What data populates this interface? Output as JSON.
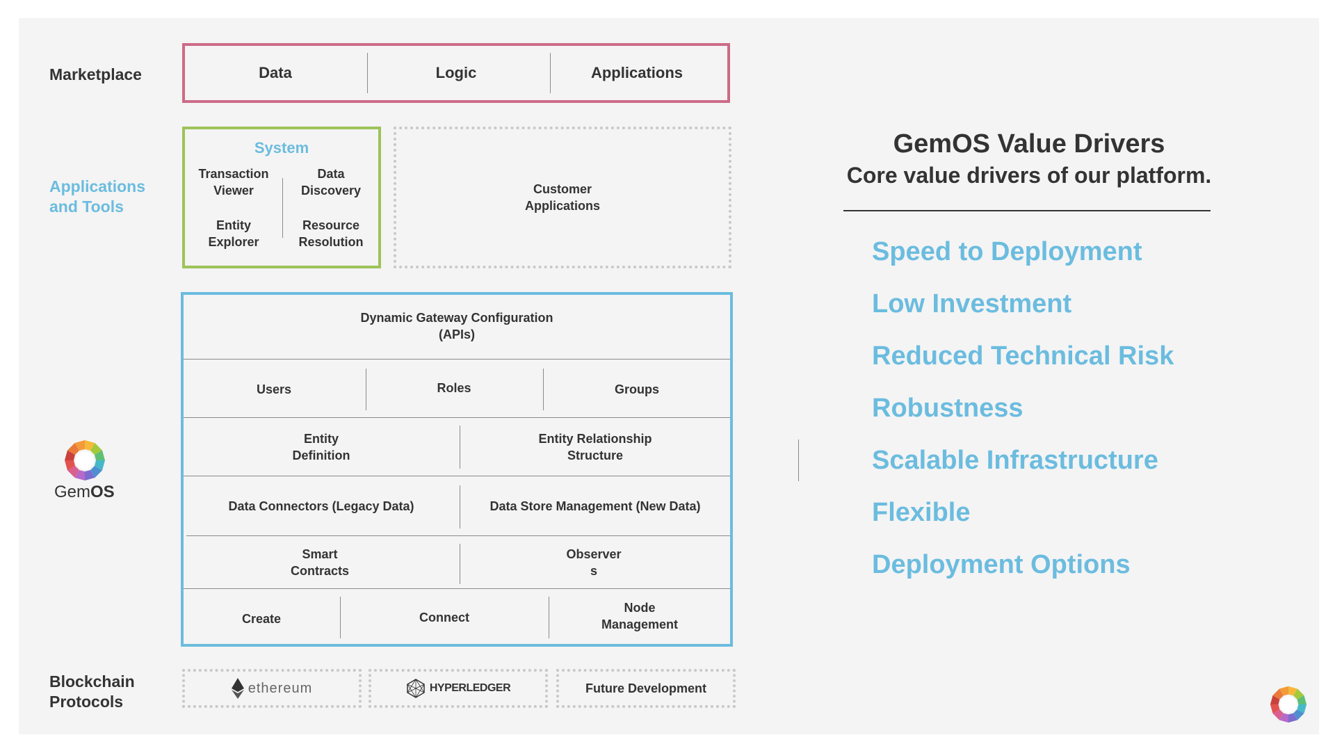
{
  "labels": {
    "marketplace": "Marketplace",
    "apps_tools": "Applications\nand Tools",
    "blockchain": "Blockchain\nProtocols",
    "gemos_logo_text_gem": "Gem",
    "gemos_logo_text_os": "OS"
  },
  "marketplace": {
    "cells": [
      "Data",
      "Logic",
      "Applications"
    ]
  },
  "system": {
    "title": "System",
    "items": [
      "Transaction\nViewer",
      "Data\nDiscovery",
      "Entity\nExplorer",
      "Resource\nResolution"
    ]
  },
  "customer": {
    "label": "Customer\nApplications"
  },
  "stack": {
    "gateway": "Dynamic Gateway Configuration\n(APIs)",
    "users": "Users",
    "roles": "Roles",
    "groups": "Groups",
    "entity_def": "Entity\nDefinition",
    "entity_rel": "Entity Relationship\nStructure",
    "connectors": "Data Connectors (Legacy Data)",
    "store": "Data Store Management (New Data)",
    "contracts": "Smart\nContracts",
    "observers": "Observer\ns",
    "create": "Create",
    "connect": "Connect",
    "node": "Node\nManagement"
  },
  "protocols": {
    "ethereum": "ethereum",
    "hyperledger": "HYPERLEDGER",
    "future": "Future Development"
  },
  "right": {
    "title": "GemOS Value Drivers",
    "subtitle": "Core value drivers of our platform.",
    "drivers": [
      "Speed to Deployment",
      "Low Investment",
      "Reduced Technical Risk",
      "Robustness",
      "Scalable Infrastructure",
      "Flexible",
      "Deployment Options"
    ]
  },
  "colors": {
    "marketplace_border": "#cc6b87",
    "system_border": "#9dc35a",
    "gemos_border": "#6bbcdf",
    "accent_text": "#6bbcdf"
  }
}
